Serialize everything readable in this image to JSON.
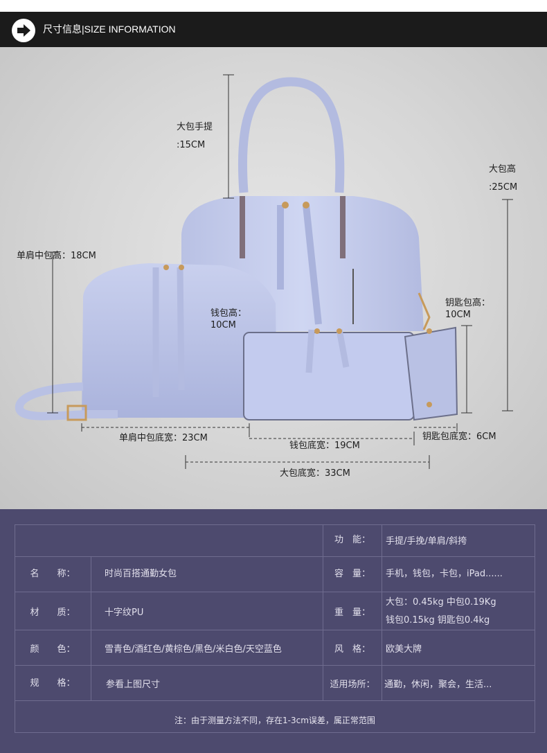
{
  "header": {
    "title": "尺寸信息|SIZE INFORMATION",
    "icon": "arrow-right-icon",
    "colors": {
      "bar": "#1b1b1b",
      "circle": "#ffffff"
    }
  },
  "dimensions": {
    "big_handle": {
      "name": "大包手提",
      "value": ":15CM"
    },
    "big_height": {
      "name": "大包高",
      "value": ":25CM"
    },
    "shoulder_height": "单肩中包高：18CM",
    "wallet_height": {
      "name": "钱包高：",
      "value": "10CM"
    },
    "key_height": {
      "name": "钥匙包高：",
      "value": "10CM"
    },
    "shoulder_width": "单肩中包底宽：23CM",
    "wallet_width": "钱包底宽：19CM",
    "key_width": "钥匙包底宽：6CM",
    "big_width": "大包底宽：33CM"
  },
  "specs": {
    "rows": [
      {
        "label_l": "",
        "value_l": "",
        "label_r": "功　能：",
        "value_r": [
          "手提/手挽/单肩/斜挎"
        ]
      },
      {
        "label_l": "名　　称：",
        "value_l": "时尚百搭通勤女包",
        "label_r": "容　量：",
        "value_r": [
          "手机，钱包，卡包，iPad......"
        ]
      },
      {
        "label_l": "材　　质：",
        "value_l": "十字纹PU",
        "label_r": "重　量：",
        "value_r": [
          "大包：0.45kg 中包0.19Kg",
          "钱包0.15kg  钥匙包0.4kg"
        ]
      },
      {
        "label_l": "颜　　色：",
        "value_l": "雪青色/酒红色/黄棕色/黑色/米白色/天空蓝色",
        "label_r": "风　格：",
        "value_r": [
          "欧美大牌"
        ]
      },
      {
        "label_l": "规　　格：",
        "value_l": "参看上图尺寸",
        "label_r": "适用场所：",
        "value_r": [
          "通勤，休闲，聚会，生活..."
        ]
      }
    ],
    "note": "注：由于测量方法不同，存在1-3cm误差，属正常范围",
    "colors": {
      "panel": "#4d4a6e",
      "line": "#6f6c8f",
      "text": "#e2e0ec"
    }
  }
}
